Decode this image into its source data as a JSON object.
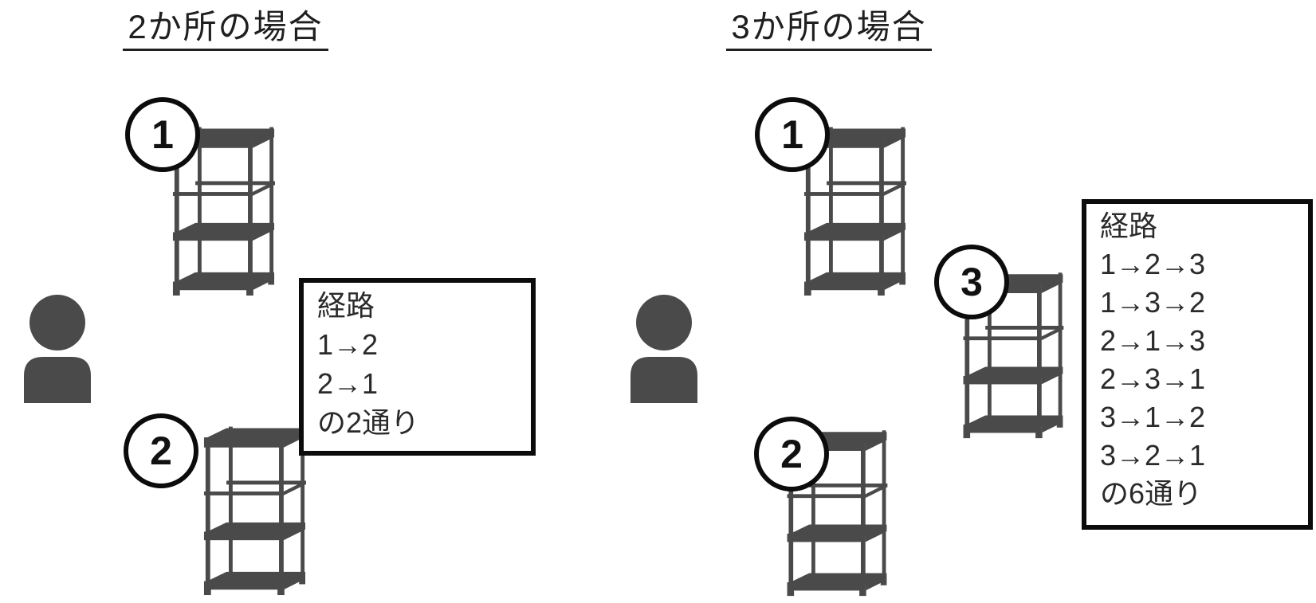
{
  "colors": {
    "figure_gray": "#4a4a4a",
    "outline_black": "#0c0c0c",
    "background": "#ffffff"
  },
  "left_section": {
    "title": "2か所の場合",
    "locations": [
      {
        "number": "1"
      },
      {
        "number": "2"
      }
    ],
    "route_box": {
      "lines": [
        "経路",
        "1→2",
        "2→1",
        "の2通り"
      ]
    }
  },
  "right_section": {
    "title": "3か所の場合",
    "locations": [
      {
        "number": "1"
      },
      {
        "number": "2"
      },
      {
        "number": "3"
      }
    ],
    "route_box": {
      "lines": [
        "経路",
        "1→2→3",
        "1→3→2",
        "2→1→3",
        "2→3→1",
        "3→1→2",
        "3→2→1",
        "の6通り"
      ]
    }
  }
}
